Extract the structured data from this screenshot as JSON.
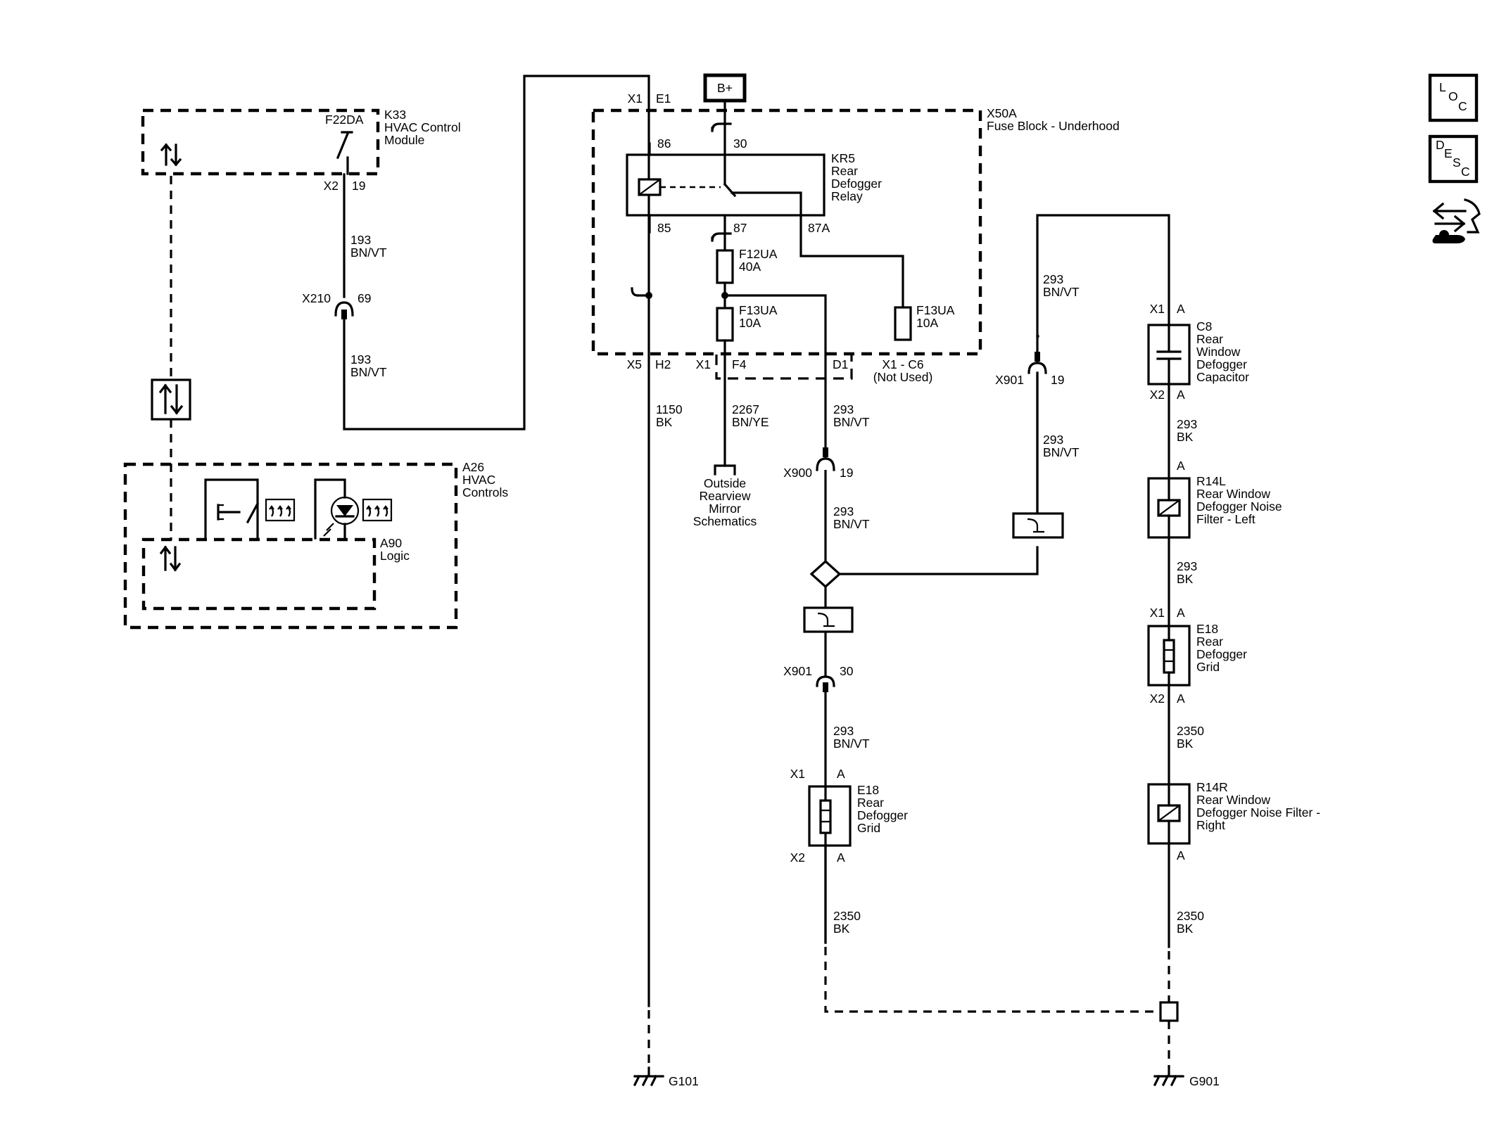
{
  "modules": {
    "k33": {
      "id": "K33",
      "name": [
        "HVAC Control",
        "Module"
      ],
      "switch": "F22DA",
      "conn": "X2",
      "pin": "19"
    },
    "a26": {
      "id": "A26",
      "name": [
        "HVAC",
        "Controls"
      ]
    },
    "a90": {
      "id": "A90",
      "name": "Logic"
    },
    "x50a": {
      "id": "X50A",
      "name": "Fuse Block - Underhood"
    },
    "kr5": {
      "id": "KR5",
      "name": [
        "Rear",
        "Defogger",
        "Relay"
      ],
      "pins": {
        "p86": "86",
        "p30": "30",
        "p85": "85",
        "p87": "87",
        "p87a": "87A"
      }
    },
    "f12ua": {
      "id": "F12UA",
      "rating": "40A"
    },
    "f13ua_a": {
      "id": "F13UA",
      "rating": "10A"
    },
    "f13ua_b": {
      "id": "F13UA",
      "rating": "10A"
    },
    "battery": "B+",
    "c8": {
      "id": "C8",
      "name": [
        "Rear",
        "Window",
        "Defogger",
        "Capacitor"
      ]
    },
    "r14l": {
      "id": "R14L",
      "name": [
        "Rear Window",
        "Defogger Noise",
        "Filter - Left"
      ]
    },
    "r14r": {
      "id": "R14R",
      "name": [
        "Rear Window",
        "Defogger Noise Filter -",
        "Right"
      ]
    },
    "e18_right": {
      "id": "E18",
      "name": [
        "Rear",
        "Defogger",
        "Grid"
      ]
    },
    "e18_left": {
      "id": "E18",
      "name": [
        "Rear",
        "Defogger",
        "Grid"
      ]
    },
    "mirror_ref": [
      "Outside",
      "Rearview",
      "Mirror",
      "Schematics"
    ],
    "not_used": {
      "conn": "X1 - C6",
      "note": "(Not Used)"
    }
  },
  "connectors": {
    "x1_e1": {
      "conn": "X1",
      "pin": "E1"
    },
    "x210": {
      "conn": "X210",
      "pin": "69"
    },
    "x5_h2": {
      "conn": "X5",
      "pin": "H2"
    },
    "x1_f4": {
      "conn": "X1",
      "pin": "F4"
    },
    "d1": "D1",
    "x900": {
      "conn": "X900",
      "pin": "19"
    },
    "x901_30": {
      "conn": "X901",
      "pin": "30"
    },
    "x901_19": {
      "conn": "X901",
      "pin": "19"
    },
    "e18l_x1": {
      "conn": "X1",
      "pin": "A"
    },
    "e18l_x2": {
      "conn": "X2",
      "pin": "A"
    },
    "c8_x1": {
      "conn": "X1",
      "pin": "A"
    },
    "c8_x2": {
      "conn": "X2",
      "pin": "A"
    },
    "r14l_a": "A",
    "e18r_x1": {
      "conn": "X1",
      "pin": "A"
    },
    "e18r_x2": {
      "conn": "X2",
      "pin": "A"
    },
    "r14r_a": "A"
  },
  "wires": {
    "w193_top": {
      "circuit": "193",
      "color": "BN/VT"
    },
    "w193_bot": {
      "circuit": "193",
      "color": "BN/VT"
    },
    "w1150": {
      "circuit": "1150",
      "color": "BK"
    },
    "w2267": {
      "circuit": "2267",
      "color": "BN/YE"
    },
    "w293_a": {
      "circuit": "293",
      "color": "BN/VT"
    },
    "w293_b": {
      "circuit": "293",
      "color": "BN/VT"
    },
    "w293_c": {
      "circuit": "293",
      "color": "BN/VT"
    },
    "w2350_l": {
      "circuit": "2350",
      "color": "BK"
    },
    "w293_top": {
      "circuit": "293",
      "color": "BN/VT"
    },
    "w293_mid": {
      "circuit": "293",
      "color": "BN/VT"
    },
    "w293_bk1": {
      "circuit": "293",
      "color": "BK"
    },
    "w293_bk2": {
      "circuit": "293",
      "color": "BK"
    },
    "w2350_r1": {
      "circuit": "2350",
      "color": "BK"
    },
    "w2350_r2": {
      "circuit": "2350",
      "color": "BK"
    }
  },
  "grounds": {
    "g101": "G101",
    "g901": "G901"
  },
  "side_icons": {
    "loc": [
      "L",
      "O",
      "C"
    ],
    "desc": [
      "D",
      "E",
      "S",
      "C"
    ],
    "tools": "connector-repair-icon"
  }
}
